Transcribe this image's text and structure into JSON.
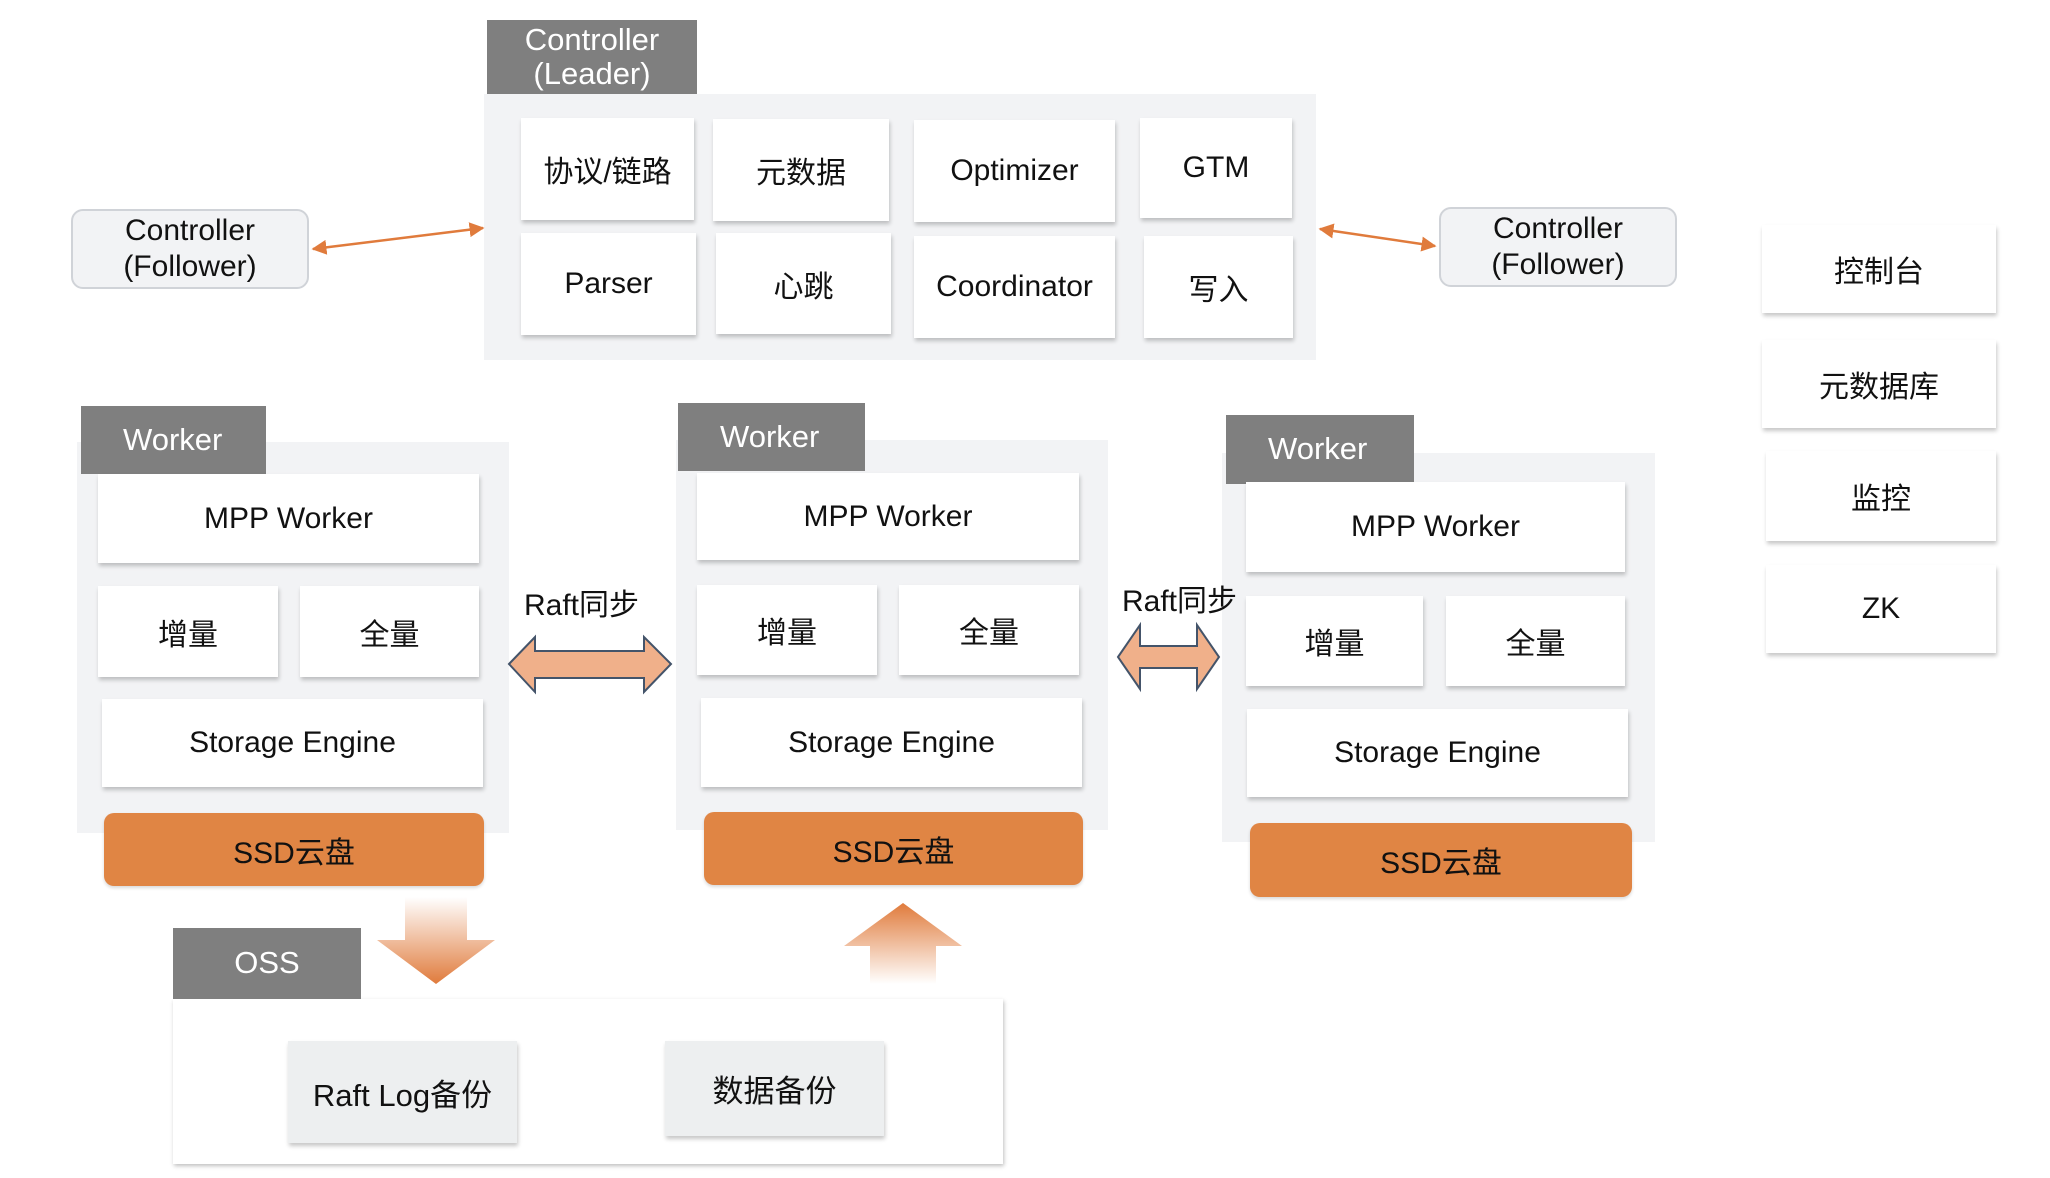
{
  "controller_leader": {
    "title_line1": "Controller",
    "title_line2": "(Leader)",
    "modules": [
      "协议/链路",
      "元数据",
      "Optimizer",
      "GTM",
      "Parser",
      "心跳",
      "Coordinator",
      "写入"
    ]
  },
  "controller_followers": [
    {
      "line1": "Controller",
      "line2": "(Follower)"
    },
    {
      "line1": "Controller",
      "line2": "(Follower)"
    }
  ],
  "side_services": [
    "控制台",
    "元数据库",
    "监控",
    "ZK"
  ],
  "workers": [
    {
      "title": "Worker",
      "mpp": "MPP Worker",
      "incremental": "增量",
      "full": "全量",
      "storage": "Storage Engine",
      "disk": "SSD云盘"
    },
    {
      "title": "Worker",
      "mpp": "MPP Worker",
      "incremental": "增量",
      "full": "全量",
      "storage": "Storage Engine",
      "disk": "SSD云盘"
    },
    {
      "title": "Worker",
      "mpp": "MPP Worker",
      "incremental": "增量",
      "full": "全量",
      "storage": "Storage Engine",
      "disk": "SSD云盘"
    }
  ],
  "raft_sync_labels": [
    "Raft同步",
    "Raft同步"
  ],
  "oss": {
    "title": "OSS",
    "items": [
      "Raft Log备份",
      "数据备份"
    ]
  },
  "colors": {
    "header_gray": "#7f7f7f",
    "panel_bg": "#f2f3f5",
    "disk_orange": "#e08544",
    "arrow_orange": "#e07b3c",
    "sync_arrow_fill": "#f0b08a",
    "sync_arrow_stroke": "#44546a"
  }
}
